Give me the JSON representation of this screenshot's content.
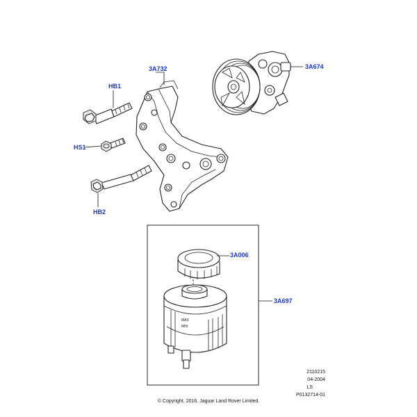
{
  "callouts": {
    "hb1": "HB1",
    "hs1": "HS1",
    "hb2": "HB2",
    "bracket": "3A732",
    "pump": "3A674",
    "cap": "3A006",
    "reservoir": "3A697"
  },
  "reservoir_marks": {
    "max": "MAX",
    "min": "MIN"
  },
  "meta": {
    "code": "2110215",
    "date": "04-2004",
    "variant": "LS",
    "ref": "P0132714-01"
  },
  "copyright": "© Copyright, 2016. Jaguar Land Rover Limited."
}
